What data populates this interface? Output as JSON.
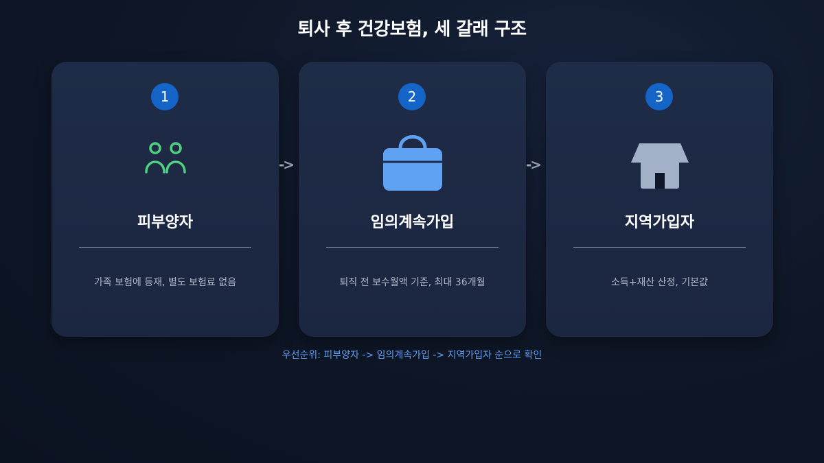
{
  "title": "퇴사 후 건강보험, 세 갈래 구조",
  "cards": [
    {
      "number": "1",
      "icon": "people-icon",
      "title": "피부양자",
      "description": "가족 보험에 등재, 별도 보험료 없음"
    },
    {
      "number": "2",
      "icon": "briefcase-icon",
      "title": "임의계속가입",
      "description": "퇴직 전 보수월액 기준, 최대 36개월"
    },
    {
      "number": "3",
      "icon": "house-icon",
      "title": "지역가입자",
      "description": "소득+재산 산정, 기본값"
    }
  ],
  "arrows": [
    "->",
    "->"
  ],
  "footnote": "우선순위: 피부양자 -> 임의계속가입 -> 지역가입자 순으로 확인",
  "colors": {
    "background": "#0f1828",
    "card": "#1e2a45",
    "badge": "#1565c8",
    "people_icon": "#4fd181",
    "briefcase_icon": "#5fa2f3",
    "house_icon": "#a3b1c8",
    "footnote": "#5f9cf3"
  }
}
